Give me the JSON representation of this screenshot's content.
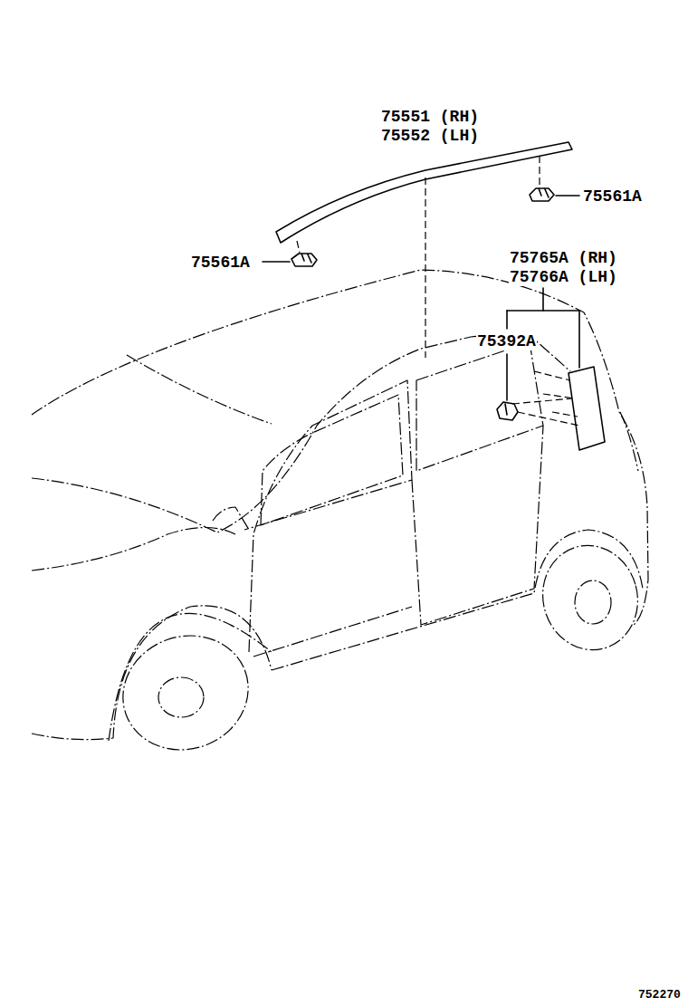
{
  "diagram": {
    "labels": [
      "75551 (RH)",
      "75552 (LH)",
      "75561A",
      "75561A",
      "75765A (RH)",
      "75766A (LH)",
      "75392A",
      "752270"
    ]
  }
}
